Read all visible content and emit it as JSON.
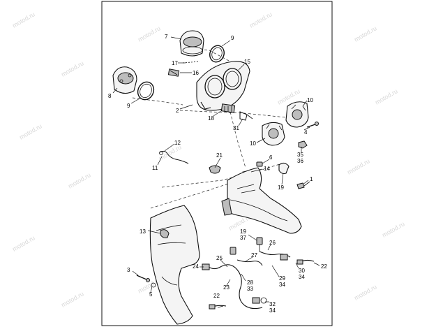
{
  "watermark": "motod.ru",
  "callouts": {
    "c7": "7",
    "c9a": "9",
    "c17": "17",
    "c16": "16",
    "c15": "15",
    "c8": "8",
    "c9b": "9",
    "c2": "2",
    "c18": "18",
    "c31": "31",
    "c10a": "10",
    "c4": "4",
    "c10b": "10",
    "c35": "35",
    "c36": "36",
    "c12": "12",
    "c11": "11",
    "c21": "21",
    "c6": "6",
    "c14": "14",
    "c19a": "19",
    "c1": "1",
    "c13": "13",
    "c19b": "19",
    "c37": "37",
    "c26": "26",
    "c25": "25",
    "c24": "24",
    "c27": "27",
    "c3": "3",
    "c29": "29",
    "c34a": "34",
    "c30": "30",
    "c34b": "34",
    "c22a": "22",
    "c28": "28",
    "c33": "33",
    "c23": "23",
    "c5": "5",
    "c22b": "22",
    "c32": "32",
    "c34c": "34"
  }
}
